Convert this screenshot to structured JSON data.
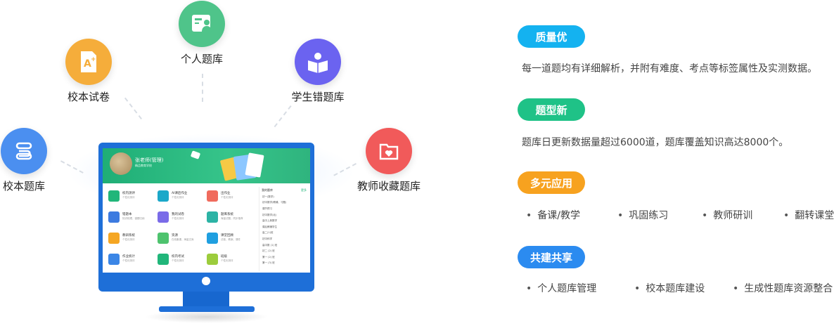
{
  "nodes": {
    "personal": {
      "label": "个人题库",
      "color": "#4fc48a",
      "icon": "id-card-icon"
    },
    "school_paper": {
      "label": "校本试卷",
      "color": "#f5ad3b",
      "icon": "exam-paper-icon"
    },
    "student_errors": {
      "label": "学生错题库",
      "color": "#6b63f0",
      "icon": "student-reading-icon"
    },
    "school_bank": {
      "label": "校本题库",
      "color": "#4b8ff0",
      "icon": "stack-icon"
    },
    "teacher_fav": {
      "label": "教师收藏题库",
      "color": "#f15a5a",
      "icon": "heart-folder-icon"
    }
  },
  "screen": {
    "teacher_name": "张老师(管理)",
    "school": "精品教育学校",
    "tiles": [
      {
        "t1": "校内测评",
        "t2": "个性化测评",
        "color": "#21b67a"
      },
      {
        "t1": "AI课后作业",
        "t2": "个性化测评",
        "color": "#1ba8c9"
      },
      {
        "t1": "出作业",
        "t2": "个性化测评",
        "color": "#f06b5d"
      },
      {
        "t1": "错题本",
        "t2": "知识梳理，错题归纳",
        "color": "#3d7be0"
      },
      {
        "t1": "我的试卷",
        "t2": "个性化测评",
        "color": "#7a6be8"
      },
      {
        "t1": "题库系统",
        "t2": "海量试题，同步推荐",
        "color": "#2cb3a5"
      },
      {
        "t1": "教研系统",
        "t2": "个性化测评",
        "color": "#f5a623"
      },
      {
        "t1": "资源",
        "t2": "在线备课，海量文库",
        "color": "#4ec36e"
      },
      {
        "t1": "课堂回顾",
        "t2": "试卷、教案、课件",
        "color": "#1f9fe0"
      },
      {
        "t1": "作业统计",
        "t2": "个性化测评",
        "color": "#3b86e6"
      },
      {
        "t1": "校内考试",
        "t2": "个性化测评",
        "color": "#21b67a"
      },
      {
        "t1": "班级",
        "t2": "个性化测评",
        "color": "#9ccc3c"
      }
    ],
    "list_header": "我的题库",
    "list_more": "更多",
    "list_rows": [
      "初一(数学)",
      "初中数学(教辅、习题)",
      "课节预习",
      "初中数学(北)",
      "高中上册数学",
      "课后教辅学生",
      "高二(1)班",
      "初中科学",
      "高中数 (1) 班",
      "初二 (2) 班",
      "第一 (2) 班",
      "第一 (3) 班"
    ]
  },
  "features": [
    {
      "badge": "质量优",
      "color": "#14b2f0",
      "desc": "每一道题均有详细解析，并附有难度、考点等标签属性及实测数据。"
    },
    {
      "badge": "题型新",
      "color": "#1fc287",
      "desc": "题库日更新数据量超过6000道，题库覆盖知识高达8000个。"
    },
    {
      "badge": "多元应用",
      "color": "#f7a21f",
      "items": [
        "备课/教学",
        "巩固练习",
        "教师研训",
        "翻转课堂"
      ]
    },
    {
      "badge": "共建共享",
      "color": "#2b8bf0",
      "items": [
        "个人题库管理",
        "校本题库建设",
        "生成性题库资源整合"
      ]
    }
  ]
}
